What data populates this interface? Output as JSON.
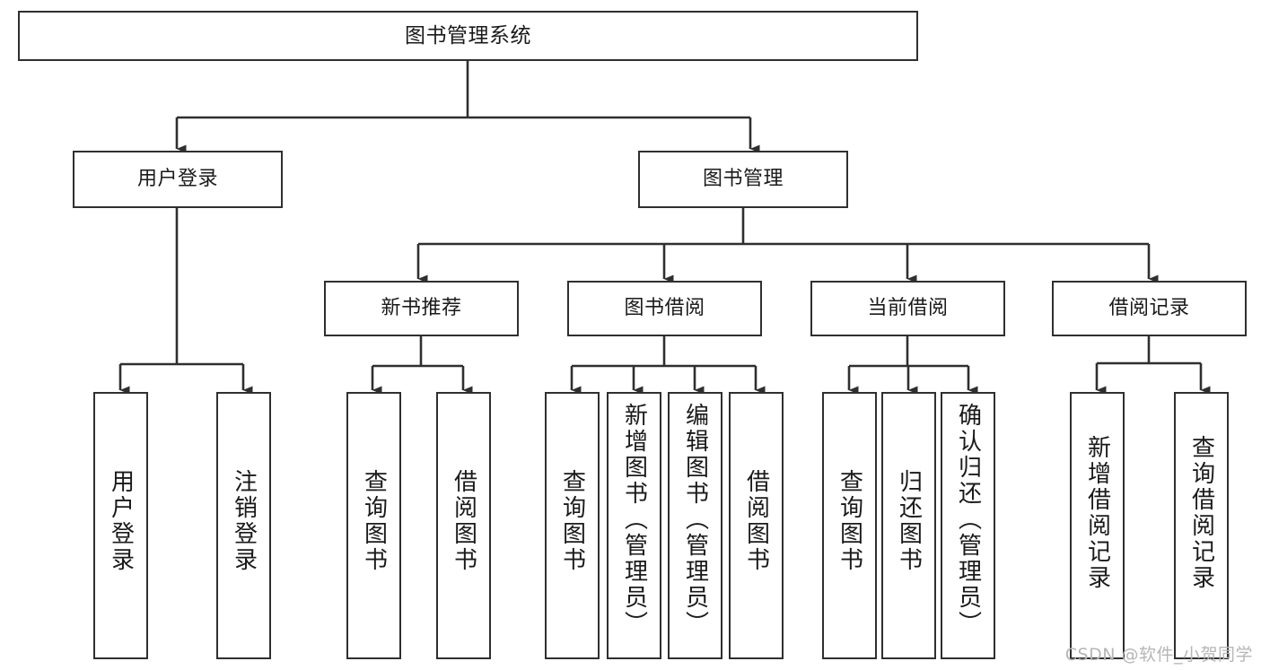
{
  "diagram": {
    "title": "图书管理系统",
    "type": "tree",
    "root": {
      "id": "root",
      "label": "图书管理系统"
    },
    "level2": [
      {
        "id": "user-login",
        "label": "用户登录"
      },
      {
        "id": "book-manage",
        "label": "图书管理"
      }
    ],
    "level3": [
      {
        "id": "new-book-recommend",
        "label": "新书推荐",
        "parent": "book-manage"
      },
      {
        "id": "book-borrow",
        "label": "图书借阅",
        "parent": "book-manage"
      },
      {
        "id": "current-borrow",
        "label": "当前借阅",
        "parent": "book-manage"
      },
      {
        "id": "borrow-record",
        "label": "借阅记录",
        "parent": "book-manage"
      }
    ],
    "leaves": [
      {
        "id": "leaf-user-login",
        "label": "用户登录",
        "parent": "user-login"
      },
      {
        "id": "leaf-user-logout",
        "label": "注销登录",
        "parent": "user-login"
      },
      {
        "id": "leaf-query-book-1",
        "label": "查询图书",
        "parent": "new-book-recommend"
      },
      {
        "id": "leaf-borrow-book-1",
        "label": "借阅图书",
        "parent": "new-book-recommend"
      },
      {
        "id": "leaf-query-book-2",
        "label": "查询图书",
        "parent": "book-borrow"
      },
      {
        "id": "leaf-add-book",
        "label": "新增图书（管理员）",
        "parent": "book-borrow"
      },
      {
        "id": "leaf-edit-book",
        "label": "编辑图书（管理员）",
        "parent": "book-borrow"
      },
      {
        "id": "leaf-borrow-book-2",
        "label": "借阅图书",
        "parent": "book-borrow"
      },
      {
        "id": "leaf-query-book-3",
        "label": "查询图书",
        "parent": "current-borrow"
      },
      {
        "id": "leaf-return-book",
        "label": "归还图书",
        "parent": "current-borrow"
      },
      {
        "id": "leaf-confirm-return",
        "label": "确认归还（管理员）",
        "parent": "current-borrow"
      },
      {
        "id": "leaf-add-record",
        "label": "新增借阅记录",
        "parent": "borrow-record"
      },
      {
        "id": "leaf-query-record",
        "label": "查询借阅记录",
        "parent": "borrow-record"
      }
    ],
    "colors": {
      "box_border": "#2f2f2f",
      "box_fill": "#ffffff",
      "connector": "#2f2f2f",
      "text": "#1a1a1a",
      "watermark": "#b6b6b6",
      "background": "#ffffff"
    }
  },
  "watermark": {
    "text": "CSDN @软件_小贺同学"
  }
}
